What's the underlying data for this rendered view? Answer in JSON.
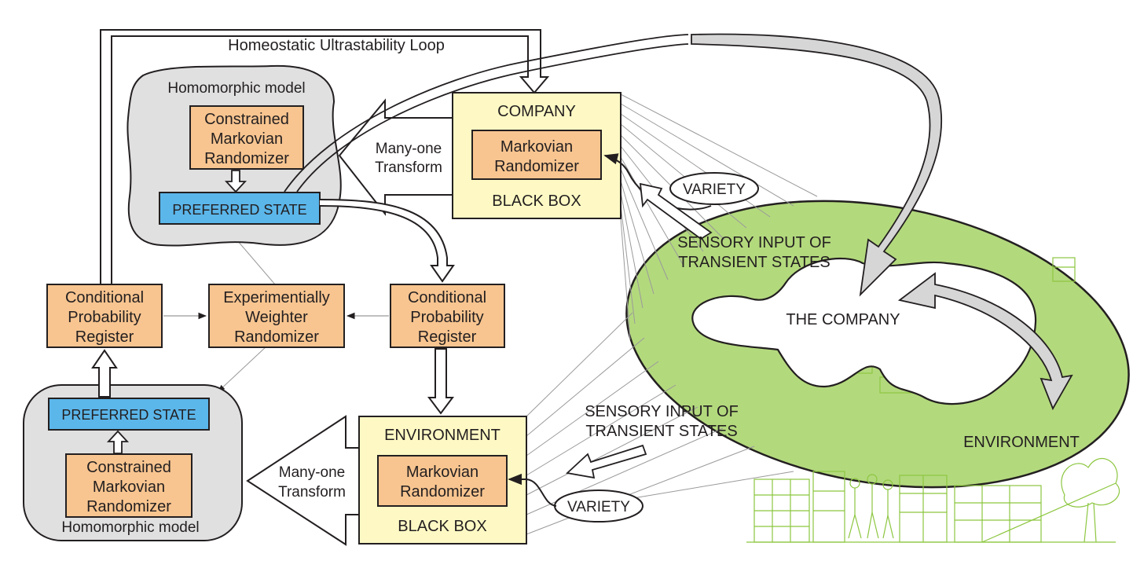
{
  "colors": {
    "orange": "#f8c590",
    "blue": "#5bb6ea",
    "cream": "#fef9c4",
    "cloud": "#e0e0e0",
    "green": "#b3d97d",
    "city": "#8cc63f",
    "ink": "#231f20"
  },
  "loop_label": "Homeostatic Ultrastability Loop",
  "top_model": {
    "title": "Homomorphic model",
    "randomizer": [
      "Constrained",
      "Markovian",
      "Randomizer"
    ],
    "preferred": "PREFERRED STATE"
  },
  "bottom_model": {
    "title": "Homomorphic model",
    "randomizer": [
      "Constrained",
      "Markovian",
      "Randomizer"
    ],
    "preferred": "PREFERRED STATE"
  },
  "company_box": {
    "title": "COMPANY",
    "randomizer": [
      "Markovian",
      "Randomizer"
    ],
    "footer": "BLACK BOX"
  },
  "environment_box": {
    "title": "ENVIRONMENT",
    "randomizer": [
      "Markovian",
      "Randomizer"
    ],
    "footer": "BLACK BOX"
  },
  "transform_top": [
    "Many-one",
    "Transform"
  ],
  "transform_bottom": [
    "Many-one",
    "Transform"
  ],
  "variety_top": "VARIETY",
  "variety_bottom": "VARIETY",
  "left_register": [
    "Conditional",
    "Probability",
    "Register"
  ],
  "right_register": [
    "Conditional",
    "Probability",
    "Register"
  ],
  "weighter": [
    "Experimentially",
    "Weighter",
    "Randomizer"
  ],
  "sensory_top": [
    "SENSORY INPUT OF",
    "TRANSIENT STATES"
  ],
  "sensory_bottom": [
    "SENSORY INPUT OF",
    "TRANSIENT STATES"
  ],
  "the_company": "THE COMPANY",
  "environment_label": "ENVIRONMENT"
}
